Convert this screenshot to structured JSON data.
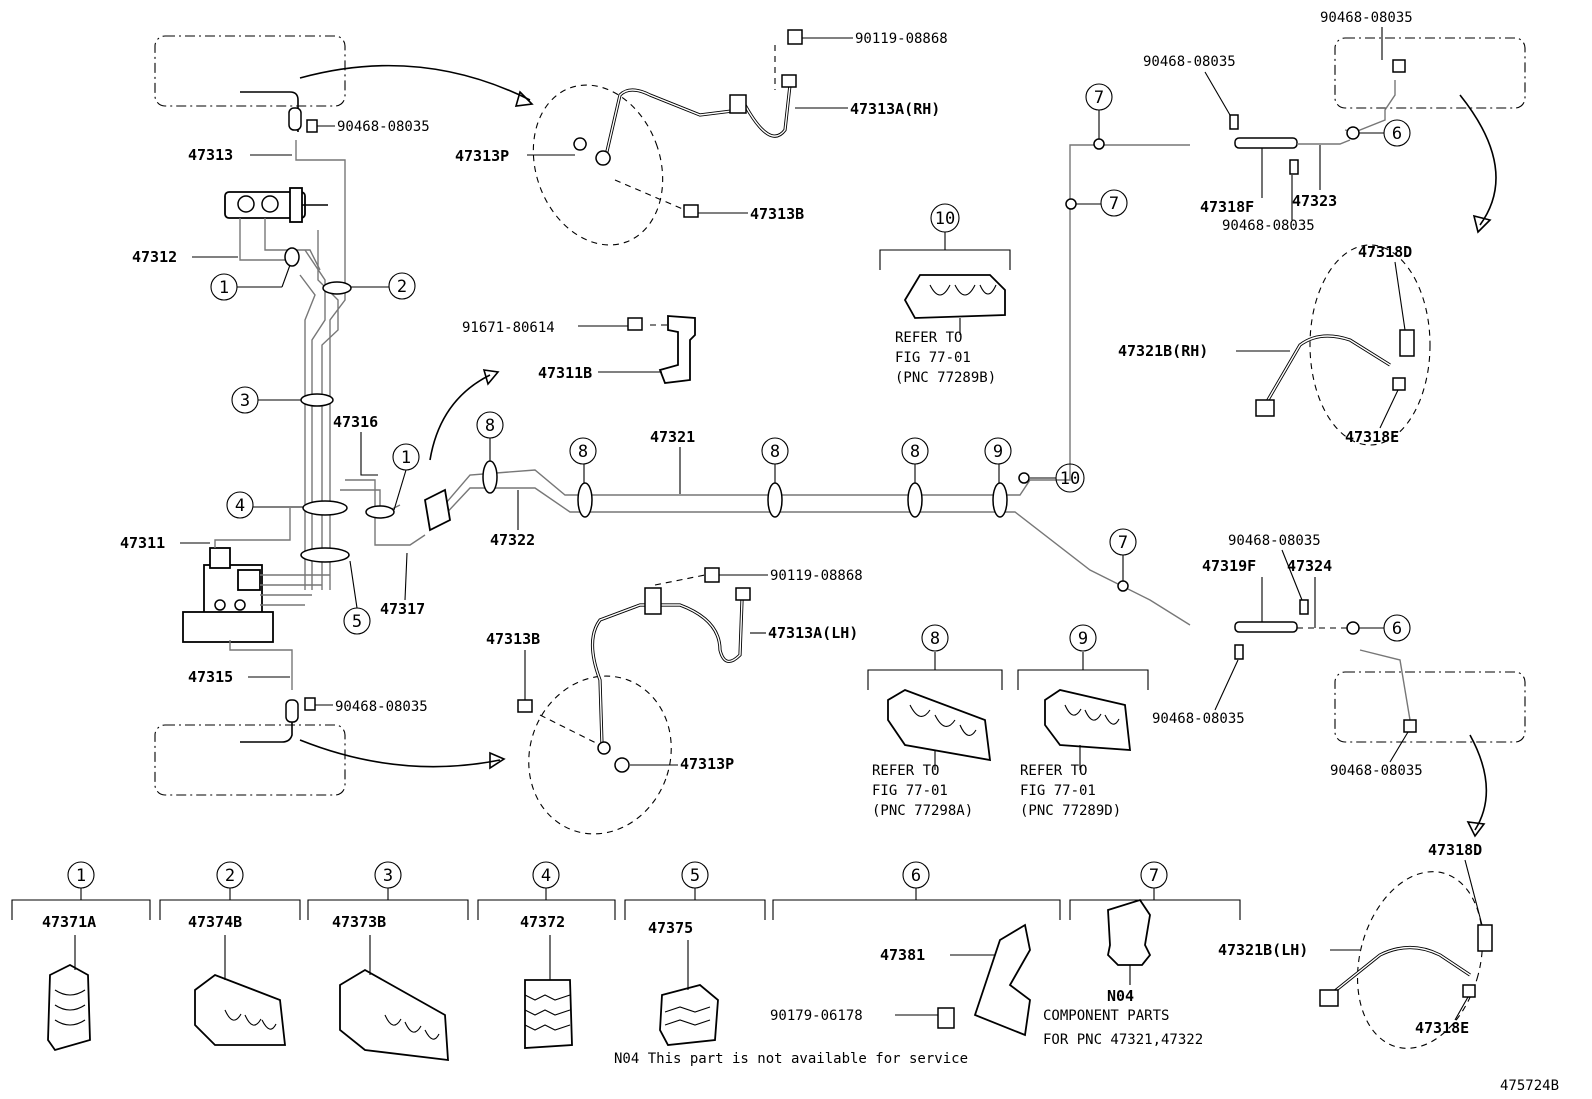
{
  "diagram_id": "475724B",
  "parts": {
    "p47313": "47313",
    "p47313A_RH": "47313A(RH)",
    "p47313A_LH": "47313A(LH)",
    "p47313P_top": "47313P",
    "p47313P_bottom": "47313P",
    "p47313B_top": "47313B",
    "p47313B_bottom": "47313B",
    "p47312": "47312",
    "p47311": "47311",
    "p47311B": "47311B",
    "p47315": "47315",
    "p47316": "47316",
    "p47317": "47317",
    "p47321": "47321",
    "p47322": "47322",
    "p47323": "47323",
    "p47324": "47324",
    "p47318F": "47318F",
    "p47319F": "47319F",
    "p47318D_top": "47318D",
    "p47318D_bottom": "47318D",
    "p47318E_top": "47318E",
    "p47318E_bottom": "47318E",
    "p47321B_RH": "47321B(RH)",
    "p47321B_LH": "47321B(LH)",
    "p90119_top": "90119-08868",
    "p90119_bottom": "90119-08868",
    "p90468_a": "90468-08035",
    "p90468_b": "90468-08035",
    "p90468_c": "90468-08035",
    "p90468_d": "90468-08035",
    "p90468_e": "90468-08035",
    "p90468_f": "90468-08035",
    "p90468_g": "90468-08035",
    "p90468_h": "90468-08035",
    "p91671": "91671-80614"
  },
  "callouts": {
    "c1": "1",
    "c2": "2",
    "c3": "3",
    "c4": "4",
    "c5": "5",
    "c6": "6",
    "c7": "7",
    "c8": "8",
    "c9": "9",
    "c10": "10"
  },
  "refer": {
    "r10": {
      "line1": "REFER TO",
      "line2": "FIG 77-01",
      "line3": "(PNC 77289B)"
    },
    "r8": {
      "line1": "REFER TO",
      "line2": "FIG 77-01",
      "line3": "(PNC 77298A)"
    },
    "r9": {
      "line1": "REFER TO",
      "line2": "FIG 77-01",
      "line3": "(PNC 77289D)"
    }
  },
  "legend": [
    {
      "key": "1",
      "part": "47371A"
    },
    {
      "key": "2",
      "part": "47374B"
    },
    {
      "key": "3",
      "part": "47373B"
    },
    {
      "key": "4",
      "part": "47372"
    },
    {
      "key": "5",
      "part": "47375"
    },
    {
      "key": "6",
      "part": "47381",
      "sub": "90179-06178"
    },
    {
      "key": "7",
      "part": "N04",
      "note1": "COMPONENT PARTS",
      "note2": "FOR PNC 47321,47322"
    }
  ],
  "footnote": "N04 This part is not available for service"
}
